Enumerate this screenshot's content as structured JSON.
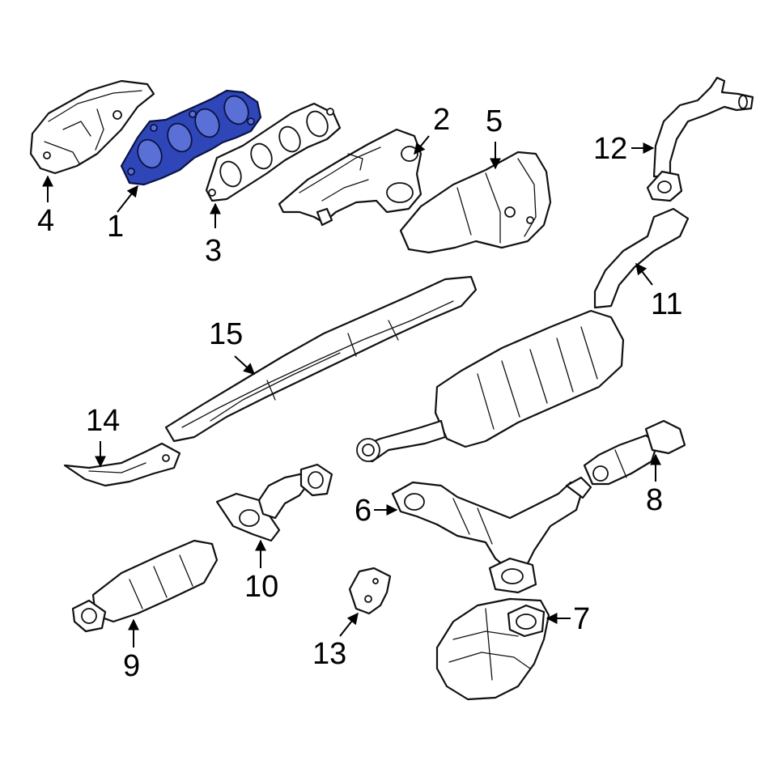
{
  "callouts": [
    {
      "id": "1",
      "label": "1",
      "highlighted": true
    },
    {
      "id": "2",
      "label": "2"
    },
    {
      "id": "3",
      "label": "3"
    },
    {
      "id": "4",
      "label": "4"
    },
    {
      "id": "5",
      "label": "5"
    },
    {
      "id": "6",
      "label": "6"
    },
    {
      "id": "7",
      "label": "7"
    },
    {
      "id": "8",
      "label": "8"
    },
    {
      "id": "9",
      "label": "9"
    },
    {
      "id": "10",
      "label": "10"
    },
    {
      "id": "11",
      "label": "11"
    },
    {
      "id": "12",
      "label": "12"
    },
    {
      "id": "13",
      "label": "13"
    },
    {
      "id": "14",
      "label": "14"
    },
    {
      "id": "15",
      "label": "15"
    }
  ],
  "colors": {
    "highlight": "#2e46b8",
    "line": "#111111",
    "background": "#ffffff"
  }
}
